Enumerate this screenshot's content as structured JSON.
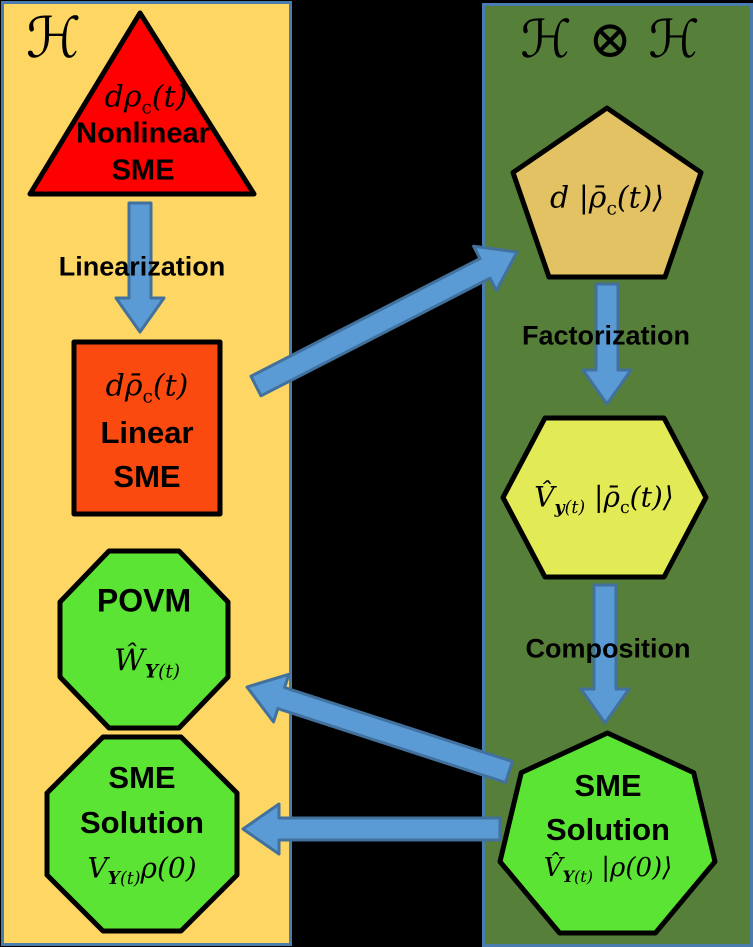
{
  "colors": {
    "background": "#000000",
    "left_panel_fill": "#FDD663",
    "right_panel_fill": "#567F3A",
    "panel_border": "#4A7CAD",
    "triangle_fill": "#FE0000",
    "square_fill": "#FA4A0F",
    "pentagon_fill": "#E3C263",
    "hexagon_fill": "#E2EB55",
    "octagon_fill": "#5BE434",
    "heptagon_fill": "#5BE434",
    "arrow_fill": "#5B9BD5",
    "arrow_border": "#41719C",
    "shape_outline": "#000000",
    "text": "#000000"
  },
  "left_panel": {
    "title": "ℋ",
    "nonlinear_sme": {
      "formula": {
        "pre": "dρ",
        "sub_r": "c",
        "post": "(t)"
      },
      "line1": "Nonlinear",
      "line2": "SME"
    },
    "linearization_label": "Linearization",
    "linear_sme": {
      "formula": {
        "pre": "dρ̄",
        "sub_r": "c",
        "post": "(t)"
      },
      "line1": "Linear",
      "line2": "SME"
    },
    "povm": {
      "line1": "POVM",
      "formula": {
        "op": "Ŵ",
        "sub_b": "Y",
        "sub_r": "(t)"
      }
    },
    "sme_solution": {
      "line1": "SME",
      "line2": "Solution",
      "formula": {
        "op": "V",
        "sub_b": "Y",
        "sub_r": "(t)",
        "arg": "ρ(0)"
      }
    }
  },
  "right_panel": {
    "title": "ℋ ⊗ ℋ",
    "pentagon_node": {
      "formula": {
        "pre": "d |ρ̄",
        "sub_r": "c",
        "post": "(t)⟩"
      }
    },
    "factorization_label": "Factorization",
    "hexagon_node": {
      "formula": {
        "op": "V̂",
        "sub_b": "y",
        "sub_r": "(t)",
        "arg_pre": " |ρ̄",
        "arg_sub": "c",
        "arg_post": "(t)⟩"
      }
    },
    "composition_label": "Composition",
    "sme_solution": {
      "line1": "SME",
      "line2": "Solution",
      "formula": {
        "op": "V̂",
        "sub_b": "Y",
        "sub_r": "(t)",
        "arg": " |ρ(0)⟩"
      }
    }
  }
}
